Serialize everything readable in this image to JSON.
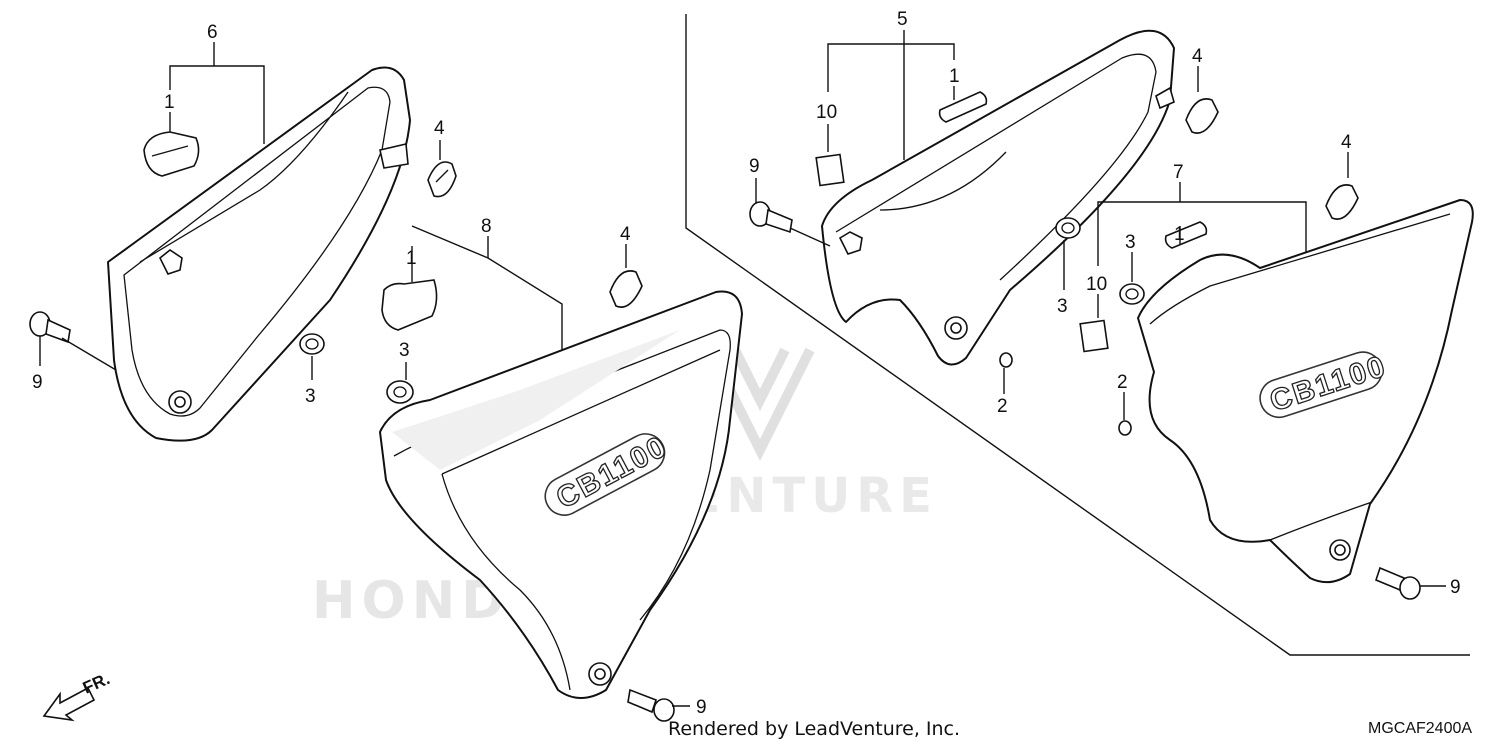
{
  "diagram": {
    "callouts": {
      "c1a": "1",
      "c1b": "1",
      "c1c": "1",
      "c1d": "1",
      "c2a": "2",
      "c2b": "2",
      "c3a": "3",
      "c3b": "3",
      "c3c": "3",
      "c3d": "3",
      "c4a": "4",
      "c4b": "4",
      "c4c": "4",
      "c4d": "4",
      "c5": "5",
      "c6": "6",
      "c7": "7",
      "c8": "8",
      "c9a": "9",
      "c9b": "9",
      "c9c": "9",
      "c9d": "9",
      "c10a": "10",
      "c10b": "10"
    },
    "emblem_text": "CB1100",
    "front_marker": "FR.",
    "watermark": {
      "brand": "LEADVENTURE",
      "logo_text": "HONDA"
    }
  },
  "footer": {
    "credit": "Rendered by LeadVenture, Inc.",
    "diagram_code": "MGCAF2400A"
  }
}
